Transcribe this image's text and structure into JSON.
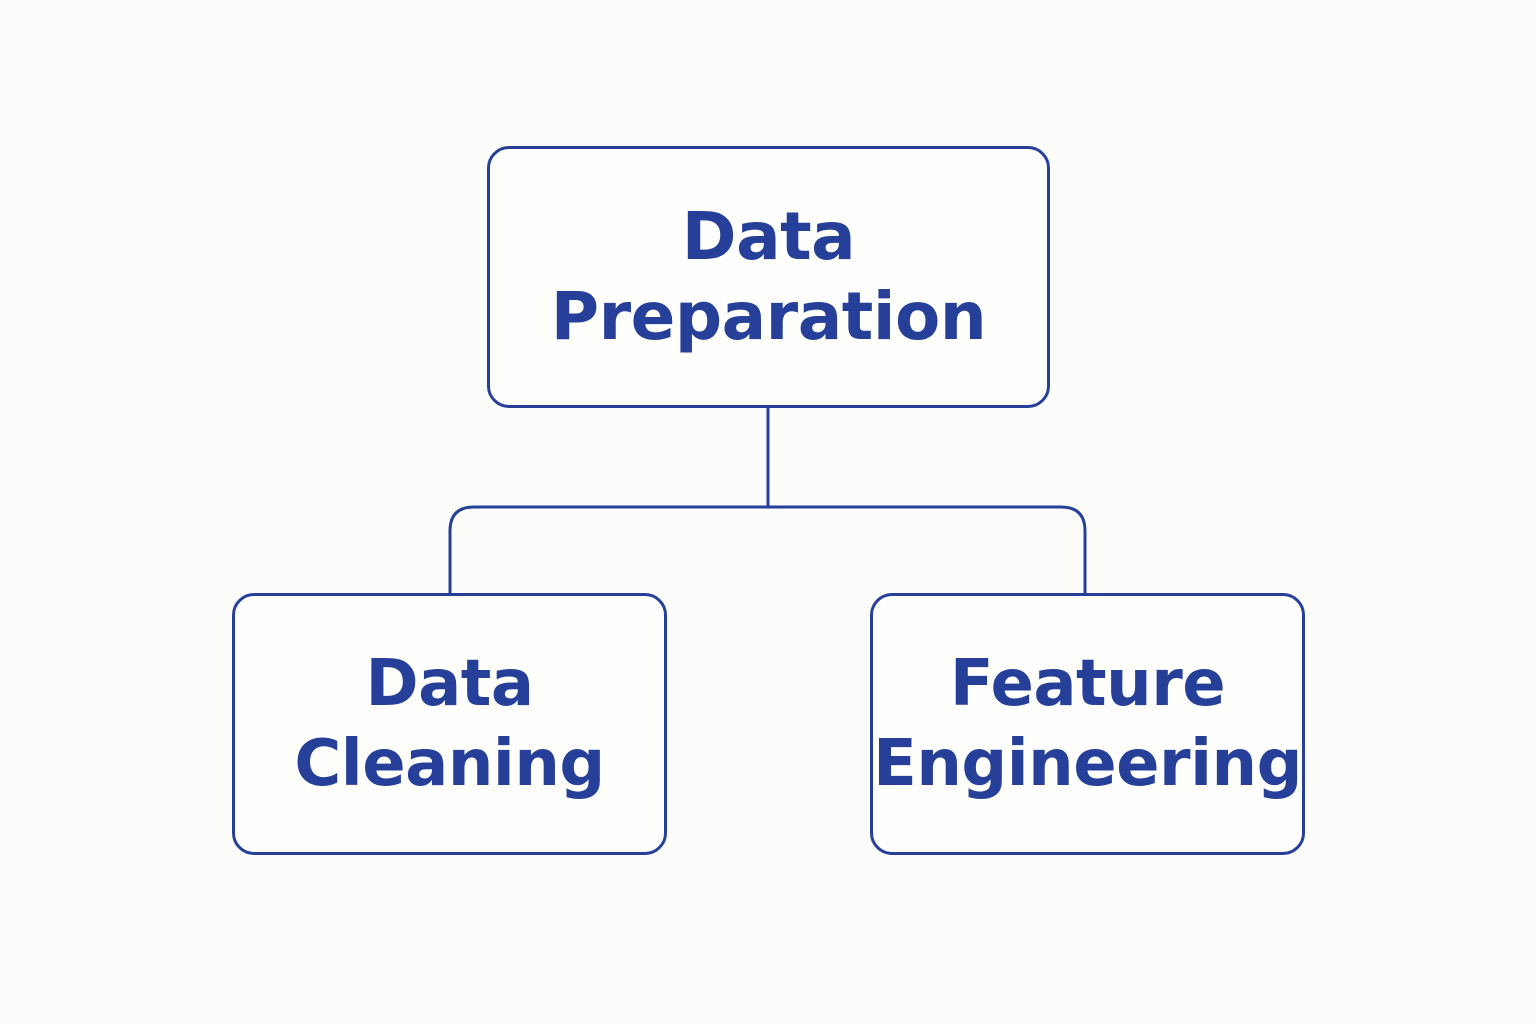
{
  "colors": {
    "stroke": "#26409a",
    "text": "#26409a",
    "background": "#fcfcfa"
  },
  "nodes": {
    "root": {
      "line1": "Data",
      "line2": "Preparation"
    },
    "left": {
      "line1": "Data",
      "line2": "Cleaning"
    },
    "right": {
      "line1": "Feature",
      "line2": "Engineering"
    }
  }
}
